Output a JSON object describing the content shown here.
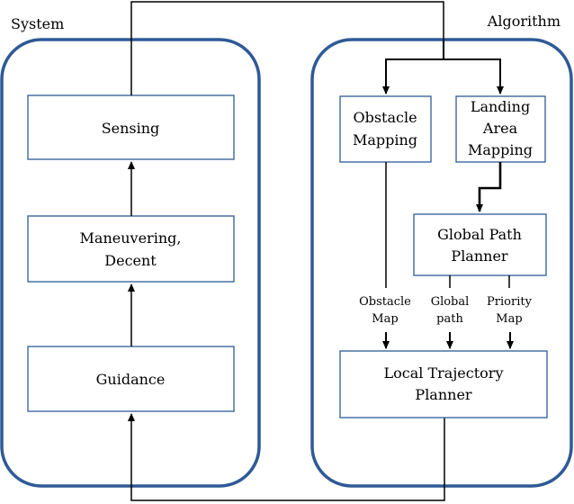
{
  "groups": {
    "system": "System",
    "algorithm": "Algorithm"
  },
  "system": {
    "sensing": "Sensing",
    "maneuvering_line1": "Maneuvering,",
    "maneuvering_line2": "Decent",
    "guidance": "Guidance"
  },
  "algorithm": {
    "obstacle_mapping_line1": "Obstacle",
    "obstacle_mapping_line2": "Mapping",
    "landing_line1": "Landing",
    "landing_line2": "Area",
    "landing_line3": "Mapping",
    "global_line1": "Global Path",
    "global_line2": "Planner",
    "local_line1": "Local Trajectory",
    "local_line2": "Planner"
  },
  "edge_labels": {
    "obstacle_map_line1": "Obstacle",
    "obstacle_map_line2": "Map",
    "global_path_line1": "Global",
    "global_path_line2": "path",
    "priority_map_line1": "Priority",
    "priority_map_line2": "Map"
  },
  "colors": {
    "group_border": "#2e5a96",
    "box_border": "#2e5a96",
    "arrows": "#000000"
  }
}
